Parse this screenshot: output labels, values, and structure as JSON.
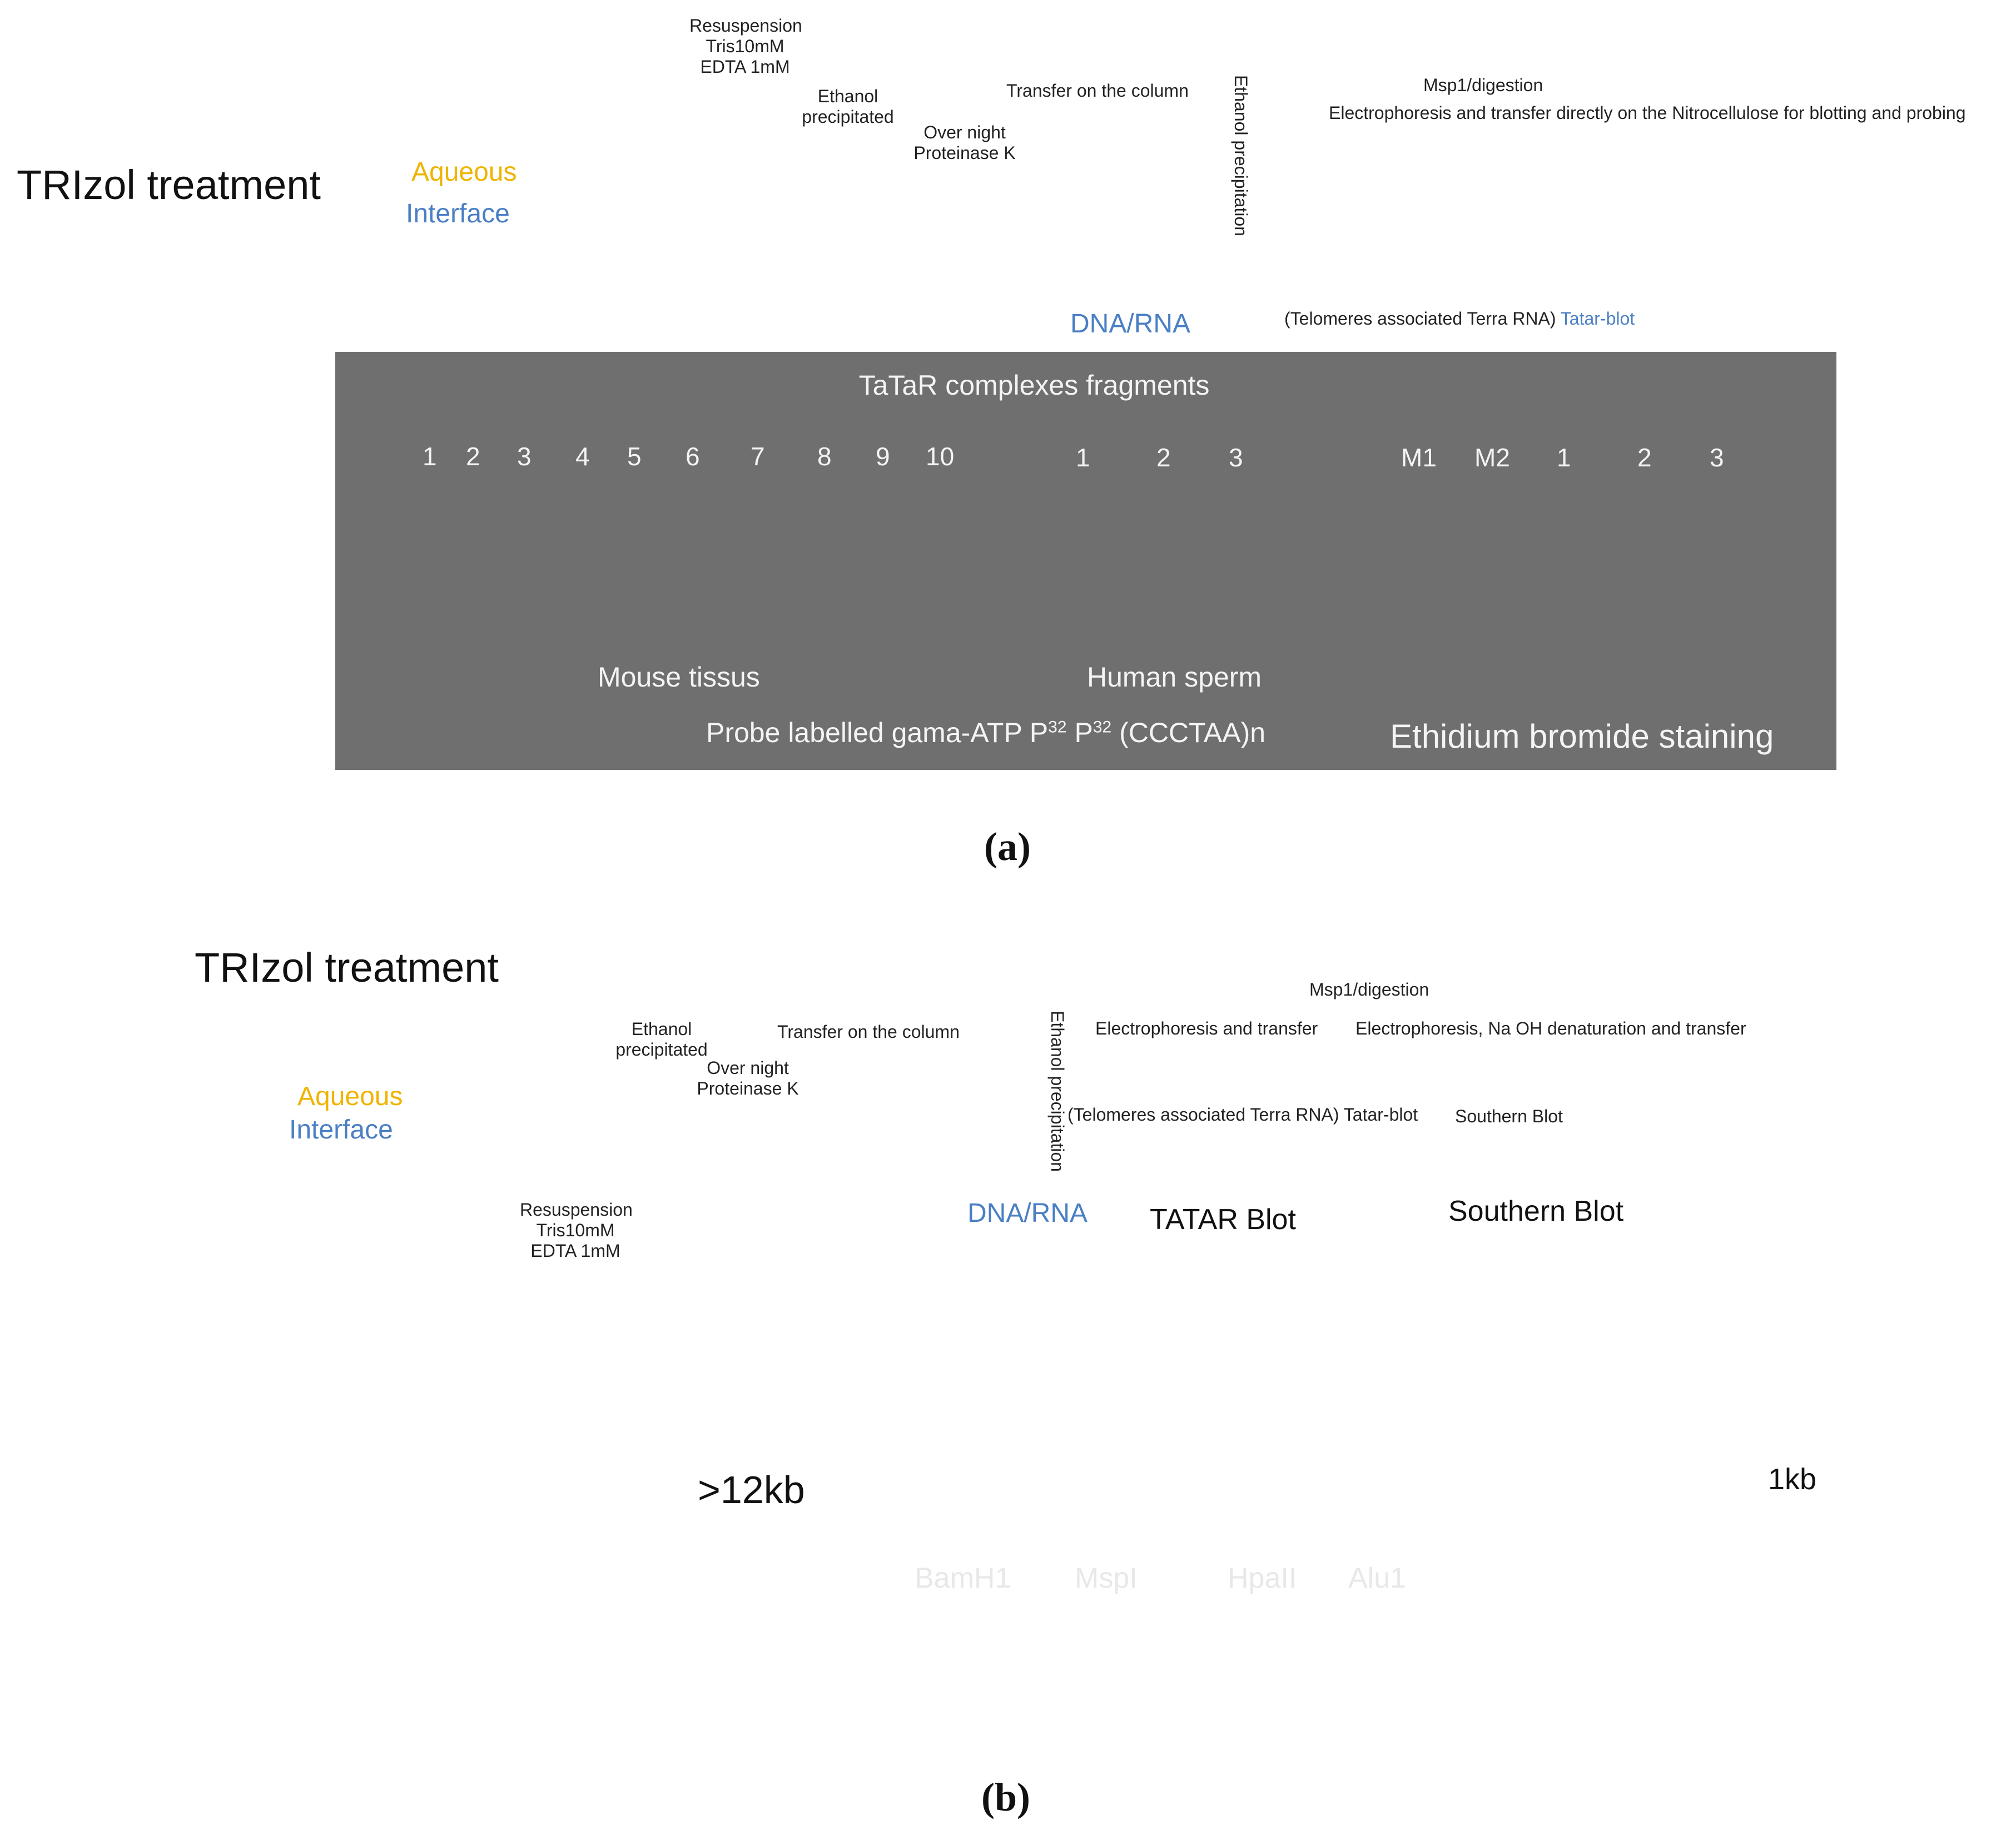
{
  "panel_a": {
    "title": "TRIzol treatment",
    "aqueous": "Aqueous",
    "interface": "Interface",
    "resuspension": [
      "Resuspension",
      "Tris10mM",
      "EDTA  1mM"
    ],
    "ethanol_precipitated": [
      "Ethanol",
      "precipitated"
    ],
    "overnight": [
      "Over night",
      "Proteinase K"
    ],
    "transfer_column": "Transfer on the column",
    "ethanol_precipitation": "Ethanol precipitation",
    "dna_rna": "DNA/RNA",
    "msp1_digestion": "Msp1/digestion",
    "electrophoresis_note": "Electrophoresis and transfer directly on the Nitrocellulose for blotting and probing",
    "telomeres_note": "(Telomeres associated Terra RNA)",
    "tatar_blot_link": "Tatar-blot",
    "gel_panel": {
      "title": "TaTaR complexes fragments",
      "mouse_lanes": [
        "1",
        "2",
        "3",
        "4",
        "5",
        "6",
        "7",
        "8",
        "9",
        "10"
      ],
      "human_lanes": [
        "1",
        "2",
        "3"
      ],
      "etbr_lanes": [
        "M1",
        "M2",
        "1",
        "2",
        "3"
      ],
      "mouse_label": "Mouse tissus",
      "human_label": "Human sperm",
      "probe_prefix": "Probe labelled gama-ATP P",
      "sup": "32",
      "probe_mid": " P",
      "probe_suffix": " (CCCTAA)n",
      "etbr_label": "Ethidium bromide staining"
    },
    "caption": "(a)"
  },
  "panel_b": {
    "title": "TRIzol treatment",
    "aqueous": "Aqueous",
    "interface": "Interface",
    "resuspension": [
      "Resuspension",
      "Tris10mM",
      "EDTA  1mM"
    ],
    "ethanol_precipitated": [
      "Ethanol",
      "precipitated"
    ],
    "overnight": [
      "Over night",
      "Proteinase K"
    ],
    "transfer_column": "Transfer on the column",
    "ethanol_precipitation": "Ethanol precipitation",
    "dna_rna": "DNA/RNA",
    "msp1_digestion": "Msp1/digestion",
    "electrophoresis_transfer": "Electrophoresis and transfer",
    "electrophoresis_naoh": "Electrophoresis, Na OH denaturation and transfer",
    "telomeres_note": "(Telomeres associated Terra RNA) Tatar-blot",
    "southern_inbox": "Southern Blot",
    "tatar_blot_title": "TATAR Blot",
    "southern_blot_title": "Southern Blot",
    "size_12kb": ">12kb",
    "size_1kb": "1kb",
    "enzymes": [
      "BamH1",
      "MspI",
      "HpaII",
      "Alu1"
    ],
    "caption": "(b)"
  }
}
